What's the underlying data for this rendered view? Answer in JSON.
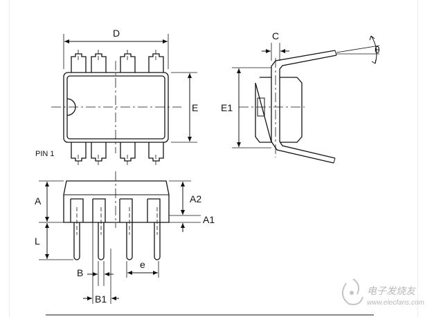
{
  "top_view": {
    "dim_width_label": "D",
    "dim_height_label": "E",
    "pin_label": "PIN 1"
  },
  "side_view": {
    "dim_lead_thickness_label": "C",
    "dim_span_label": "E1",
    "angle_label": "θ"
  },
  "front_view": {
    "dim_body_height_label": "A",
    "dim_lead_length_label": "L",
    "dim_seating_height_label": "A2",
    "dim_standoff_label": "A1",
    "dim_lead_width_label": "B",
    "dim_shoulder_width_label": "B1",
    "dim_pitch_label": "e"
  },
  "watermark": {
    "brand_text": "电子发烧友",
    "url_text": "www.elecfans.com"
  }
}
